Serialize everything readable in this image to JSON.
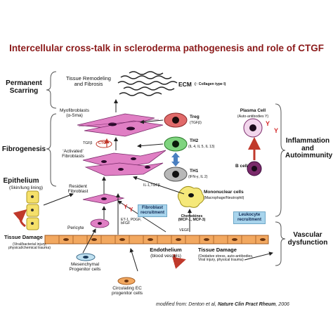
{
  "title": "Intercellular cross-talk in scleroderma pathogenesis and role of CTGF",
  "sections": {
    "permanent_scarring": "Permanent\nScarring",
    "fibrogenesis": "Fibrogenesis",
    "epithelium": "Epithelium",
    "epithelium_sub": "(Skin/lung lining)",
    "inflammation": "Inflammation\nand\nAutoimmunity",
    "vascular": "Vascular\ndysfunction"
  },
  "labels": {
    "tissue_remodeling": "Tissue Remodeling\nand Fibrosis",
    "ecm": "ECM",
    "ecm_sub": "(↑ Collagen type I)",
    "myofibroblasts": "Myofibroblasts\n(α-Sma)",
    "activated_fibroblasts": "‘Activated’\nFibroblasts",
    "tgfb_label": "TGFβ",
    "ctgf": "CTGF",
    "resident_fibroblast": "Resident\nFibroblast",
    "pericyte": "Pericyte",
    "treg": "Treg",
    "treg_sub": "(TGFβ)",
    "th2": "TH2",
    "th2_sub": "(IL 4, IL 5, IL 13)",
    "th1": "TH1",
    "th1_sub": "(IFN-γ, IL 2)",
    "plasma_cell": "Plasma Cell",
    "plasma_sub": "(Auto-antibodies Y)",
    "b_cell": "B cell",
    "il1_tgfb": "IL-1,TGFβ",
    "mononuclear": "Mononuclear cells",
    "mononuclear_sub": "(Macrophage/Neutrophil)",
    "chemokines": "Chemokines\n(MCP-1, MCP-3)",
    "fibroblast_recruitment": "Fibroblast\nrecruitment",
    "leukocyte_recruitment": "Leukocyte\nrecruitment",
    "growth_factors": "ET-1, PDGF,\nbFGF",
    "vegf": "VEGF",
    "tissue_damage_left": "Tissue Damage",
    "tissue_damage_left_sub": "(Viral/bacterial injury,\nphysical/chemical trauma)",
    "endothelium": "Endothelium",
    "endothelium_sub": "(blood vessels)",
    "tissue_damage_right": "Tissue Damage",
    "tissue_damage_right_sub": "(Oxidative stress, auto-antibodies,\nViral injury, physical trauma)",
    "mesenchymal": "Mesenchymal\nProgenitor cells",
    "circulating": "Circulating EC\nprogenitor cells",
    "antibody_y": "Y"
  },
  "source": {
    "prefix": "modified from: Denton et al, ",
    "journal": "Nature Clin Pract Rheum",
    "year": ", 2006"
  },
  "colors": {
    "title": "#8b1a1a",
    "fibroblast": "#e07fc4",
    "fibroblast_edge": "#7a2a6a",
    "treg": "#e06a6a",
    "th2": "#7fd47f",
    "th1": "#b8b8b8",
    "epithelium": "#f5e06a",
    "endothelium": "#f2a860",
    "box": "#a8d4ec",
    "arrow_red": "#c0392b",
    "arrow_blue": "#4a7fc0",
    "mononuclear": "#f5e87a",
    "antibody": "#d42a2a"
  }
}
